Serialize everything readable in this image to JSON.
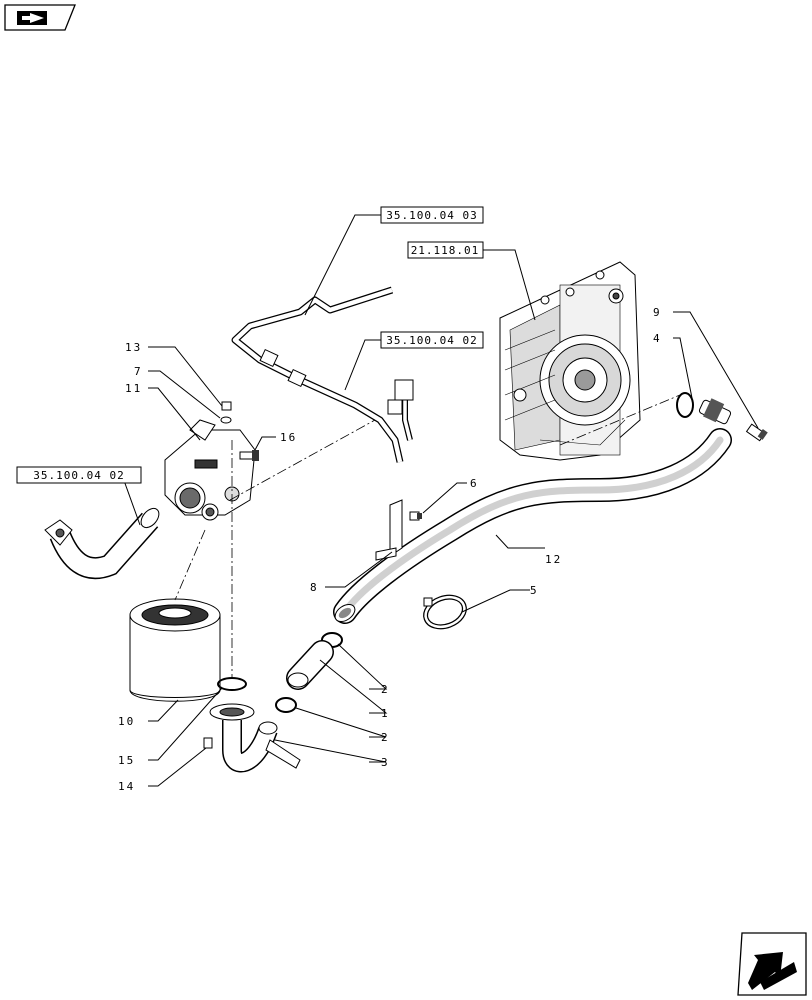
{
  "colors": {
    "ink": "#000000",
    "paper": "#ffffff",
    "shade": "#cfcfcf",
    "dark": "#6e6e6e"
  },
  "icons": {
    "top_nav": "back-arrow-icon",
    "bottom_nav": "forward-arrow-icon"
  },
  "ref_labels": {
    "ref_35_100_04_03": "35.100.04 03",
    "ref_21_118_01": "21.118.01",
    "ref_35_100_04_02_top": "35.100.04 02",
    "ref_35_100_04_02_left": "35.100.04 02"
  },
  "callouts": {
    "c1": "1",
    "c2a": "2",
    "c2b": "2",
    "c3": "3",
    "c4": "4",
    "c5": "5",
    "c6": "6",
    "c7": "7",
    "c8": "8",
    "c9": "9",
    "c10": "10",
    "c11": "11",
    "c12": "12",
    "c13": "13",
    "c14": "14",
    "c15": "15",
    "c16": "16"
  }
}
